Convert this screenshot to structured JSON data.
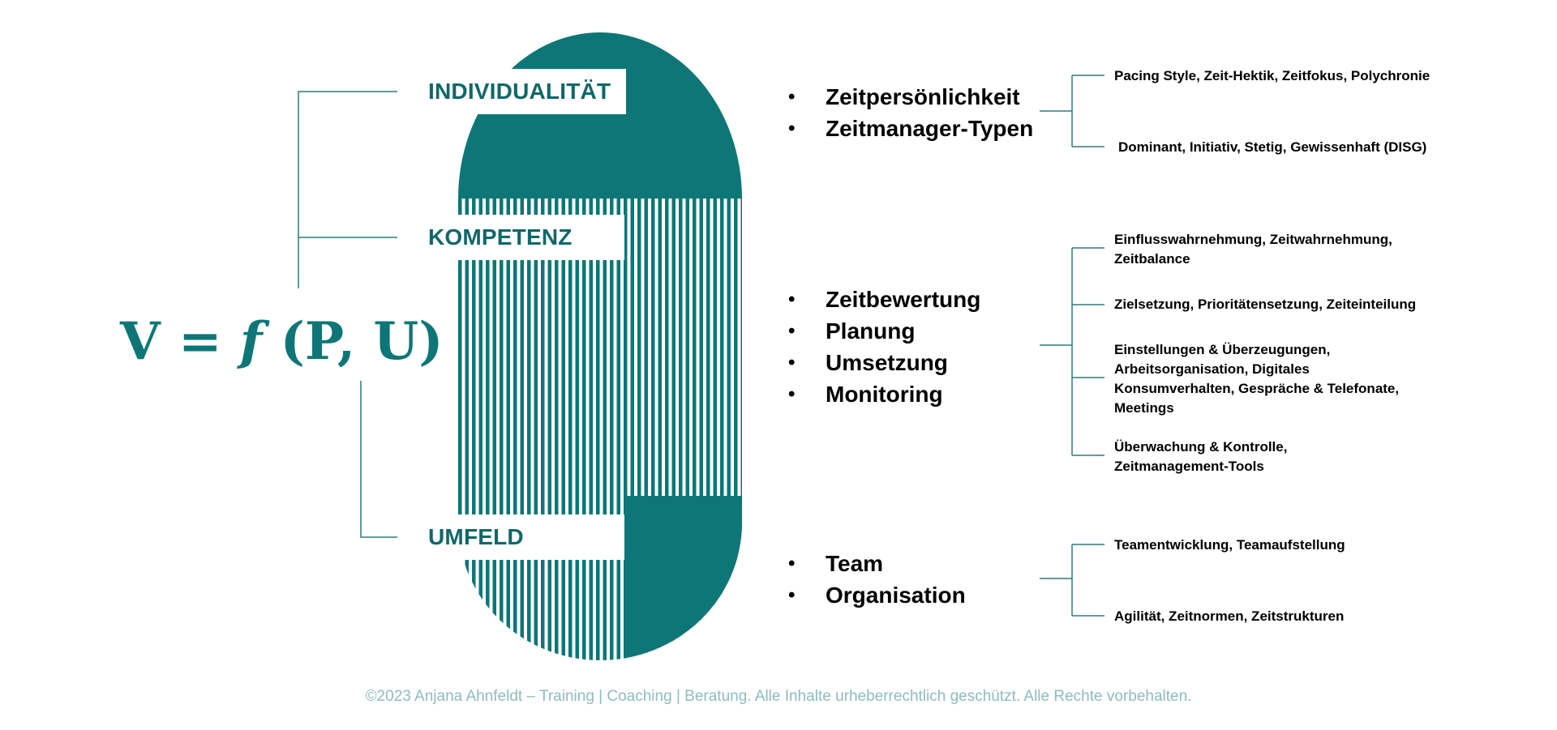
{
  "colors": {
    "teal": "#0e7676",
    "label": "#10676a",
    "line": "#2f7a7c",
    "footer": "#8fbcbc"
  },
  "formula": {
    "lhs": "V",
    "eq": "=",
    "fn": "f",
    "args": "(P, U)"
  },
  "labels": {
    "individualitaet": "INDIVIDUALITÄT",
    "kompetenz": "KOMPETENZ",
    "umfeld": "UMFELD"
  },
  "groups": {
    "individualitaet": {
      "bullets": [
        "Zeitpersönlichkeit",
        "Zeitmanager-Typen"
      ],
      "details": [
        "Pacing Style, Zeit-Hektik, Zeitfokus, Polychronie",
        "Dominant, Initiativ, Stetig, Gewissenhaft (DISG)"
      ]
    },
    "kompetenz": {
      "bullets": [
        "Zeitbewertung",
        "Planung",
        "Umsetzung",
        "Monitoring"
      ],
      "details": [
        "Einflusswahrnehmung, Zeitwahrnehmung, Zeitbalance",
        "Zielsetzung, Prioritätensetzung, Zeiteinteilung",
        "Einstellungen & Überzeugungen, Arbeitsorganisation, Digitales Konsumverhalten, Gespräche & Telefonate, Meetings",
        "Überwachung & Kontrolle, Zeitmanagement-Tools"
      ]
    },
    "umfeld": {
      "bullets": [
        "Team",
        "Organisation"
      ],
      "details": [
        "Teamentwicklung, Teamaufstellung",
        "Agilität, Zeitnormen, Zeitstrukturen"
      ]
    }
  },
  "footer": "©2023 Anjana Ahnfeldt  –  Training | Coaching | Beratung. Alle Inhalte urheberrechtlich geschützt. Alle Rechte vorbehalten."
}
